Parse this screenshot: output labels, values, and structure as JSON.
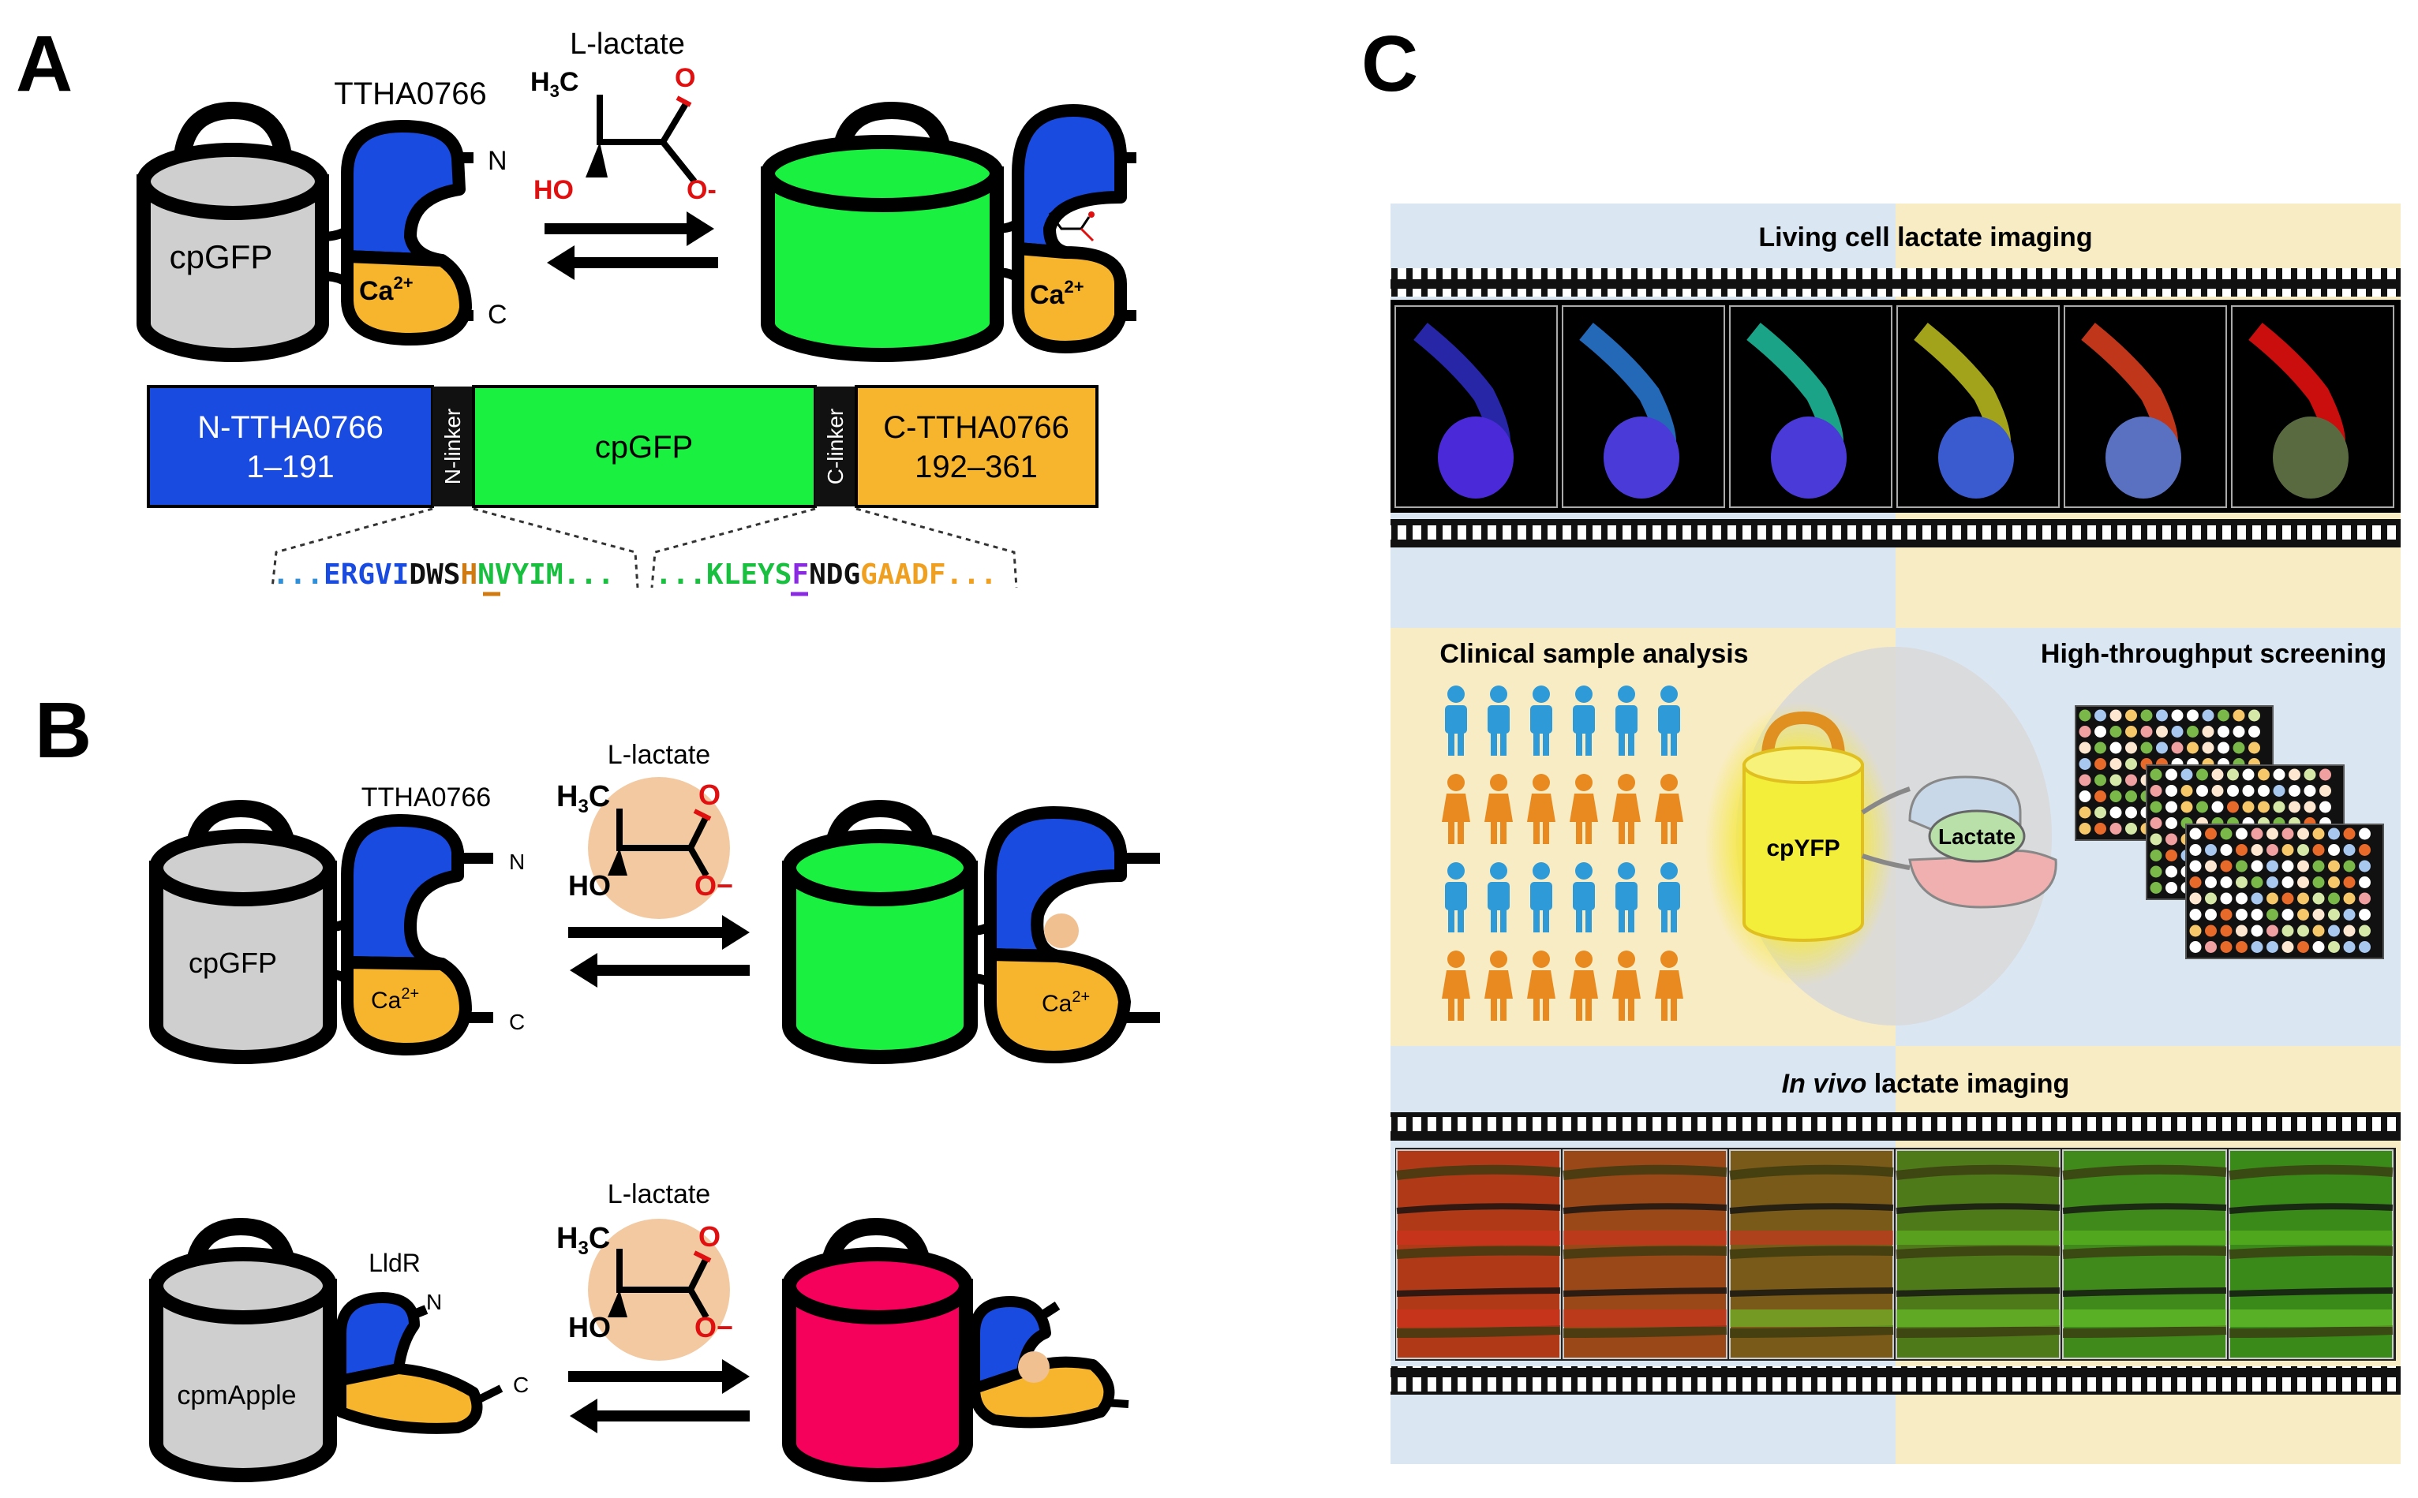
{
  "panels": {
    "a": {
      "letter": "A",
      "sensor_name": "TTHA0766",
      "ligand": "L-lactate",
      "barrel_label": "cpGFP",
      "ca_label": "Ca",
      "ca_charge": "2+",
      "n_term": "N",
      "c_term": "C",
      "chem": {
        "h3c": "H",
        "h3c_sub": "3",
        "h3c_c": "C",
        "o": "O",
        "ho": "HO",
        "o_minus": "O-"
      },
      "construct": {
        "n_domain": "N-TTHA0766",
        "n_range": "1–191",
        "n_linker": "N-linker",
        "middle": "cpGFP",
        "c_linker": "C-linker",
        "c_domain": "C-TTHA0766",
        "c_range": "192–361"
      },
      "sequences": {
        "left_dots": "...",
        "left_blue": "ERGVI",
        "left_black": "DWS",
        "left_mark": "H",
        "left_green": "NVYIM",
        "left_tail": "...",
        "right_dots": "...",
        "right_green": "KLEYS",
        "right_mark": "F",
        "right_black": "NDG",
        "right_orange": "GAADF",
        "right_tail": "..."
      }
    },
    "b": {
      "letter": "B",
      "top": {
        "sensor_name": "TTHA0766",
        "ligand": "L-lactate",
        "barrel_label": "cpGFP",
        "ca_label": "Ca",
        "ca_charge": "2+",
        "n_term": "N",
        "c_term": "C"
      },
      "bottom": {
        "sensor_name": "LldR",
        "ligand": "L-lactate",
        "barrel_label": "cpmApple",
        "n_term": "N",
        "c_term": "C"
      },
      "chem": {
        "h3c": "H",
        "h3c_sub": "3",
        "h3c_c": "C",
        "o": "O",
        "ho": "HO",
        "o_minus": "O−"
      }
    },
    "c": {
      "letter": "C",
      "living_title": "Living cell lactate imaging",
      "clinical_title": "Clinical sample analysis",
      "hts_title": "High-throughput screening",
      "sensor_barrel": "cpYFP",
      "sensor_ligand": "Lactate",
      "invivo_italic": "In vivo",
      "invivo_rest": " lactate imaging"
    }
  },
  "colors": {
    "blue": "#1a4be0",
    "orange": "#f7b52e",
    "green": "#19f040",
    "gray": "#cfcfcf",
    "magenta": "#f5005a",
    "red": "#e01010",
    "peach": "#f0c090",
    "bg_blue": "#dbe6f3",
    "bg_yellow": "#f8ecc4"
  }
}
